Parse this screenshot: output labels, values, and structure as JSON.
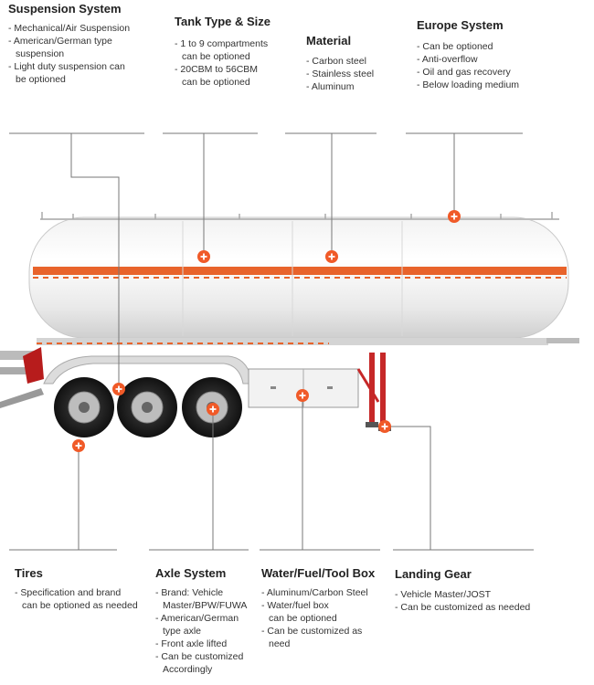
{
  "callouts": {
    "suspension": {
      "title": "Suspension System",
      "lines": [
        "- Mechanical/Air Suspension",
        "- American/German type",
        "suspension",
        "- Light duty suspension can",
        "be optioned"
      ]
    },
    "tank": {
      "title": "Tank Type & Size",
      "lines": [
        "- 1 to 9 compartments",
        "can be optioned",
        "- 20CBM to 56CBM",
        "can be optioned"
      ]
    },
    "material": {
      "title": "Material",
      "lines": [
        "- Carbon steel",
        "- Stainless steel",
        "- Aluminum"
      ]
    },
    "europe": {
      "title": "Europe System",
      "lines": [
        "- Can be optioned",
        "- Anti-overflow",
        "- Oil and gas recovery",
        "- Below loading medium"
      ]
    },
    "tires": {
      "title": "Tires",
      "lines": [
        "- Specification and brand",
        "can be optioned as needed"
      ]
    },
    "axle": {
      "title": "Axle System",
      "lines": [
        "- Brand: Vehicle",
        "Master/BPW/FUWA",
        "- American/German",
        "type axle",
        "- Front axle lifted",
        "- Can be customized",
        "Accordingly"
      ]
    },
    "toolbox": {
      "title": "Water/Fuel/Tool Box",
      "lines": [
        "- Aluminum/Carbon Steel",
        "- Water/fuel box",
        "can be optioned",
        "- Can be customized as",
        "need"
      ]
    },
    "landing": {
      "title": "Landing Gear",
      "lines": [
        "- Vehicle Master/JOST",
        "- Can be customized as needed"
      ]
    }
  },
  "colors": {
    "marker": "#f05a28",
    "stripe": "#e8632b",
    "line": "#777777"
  }
}
